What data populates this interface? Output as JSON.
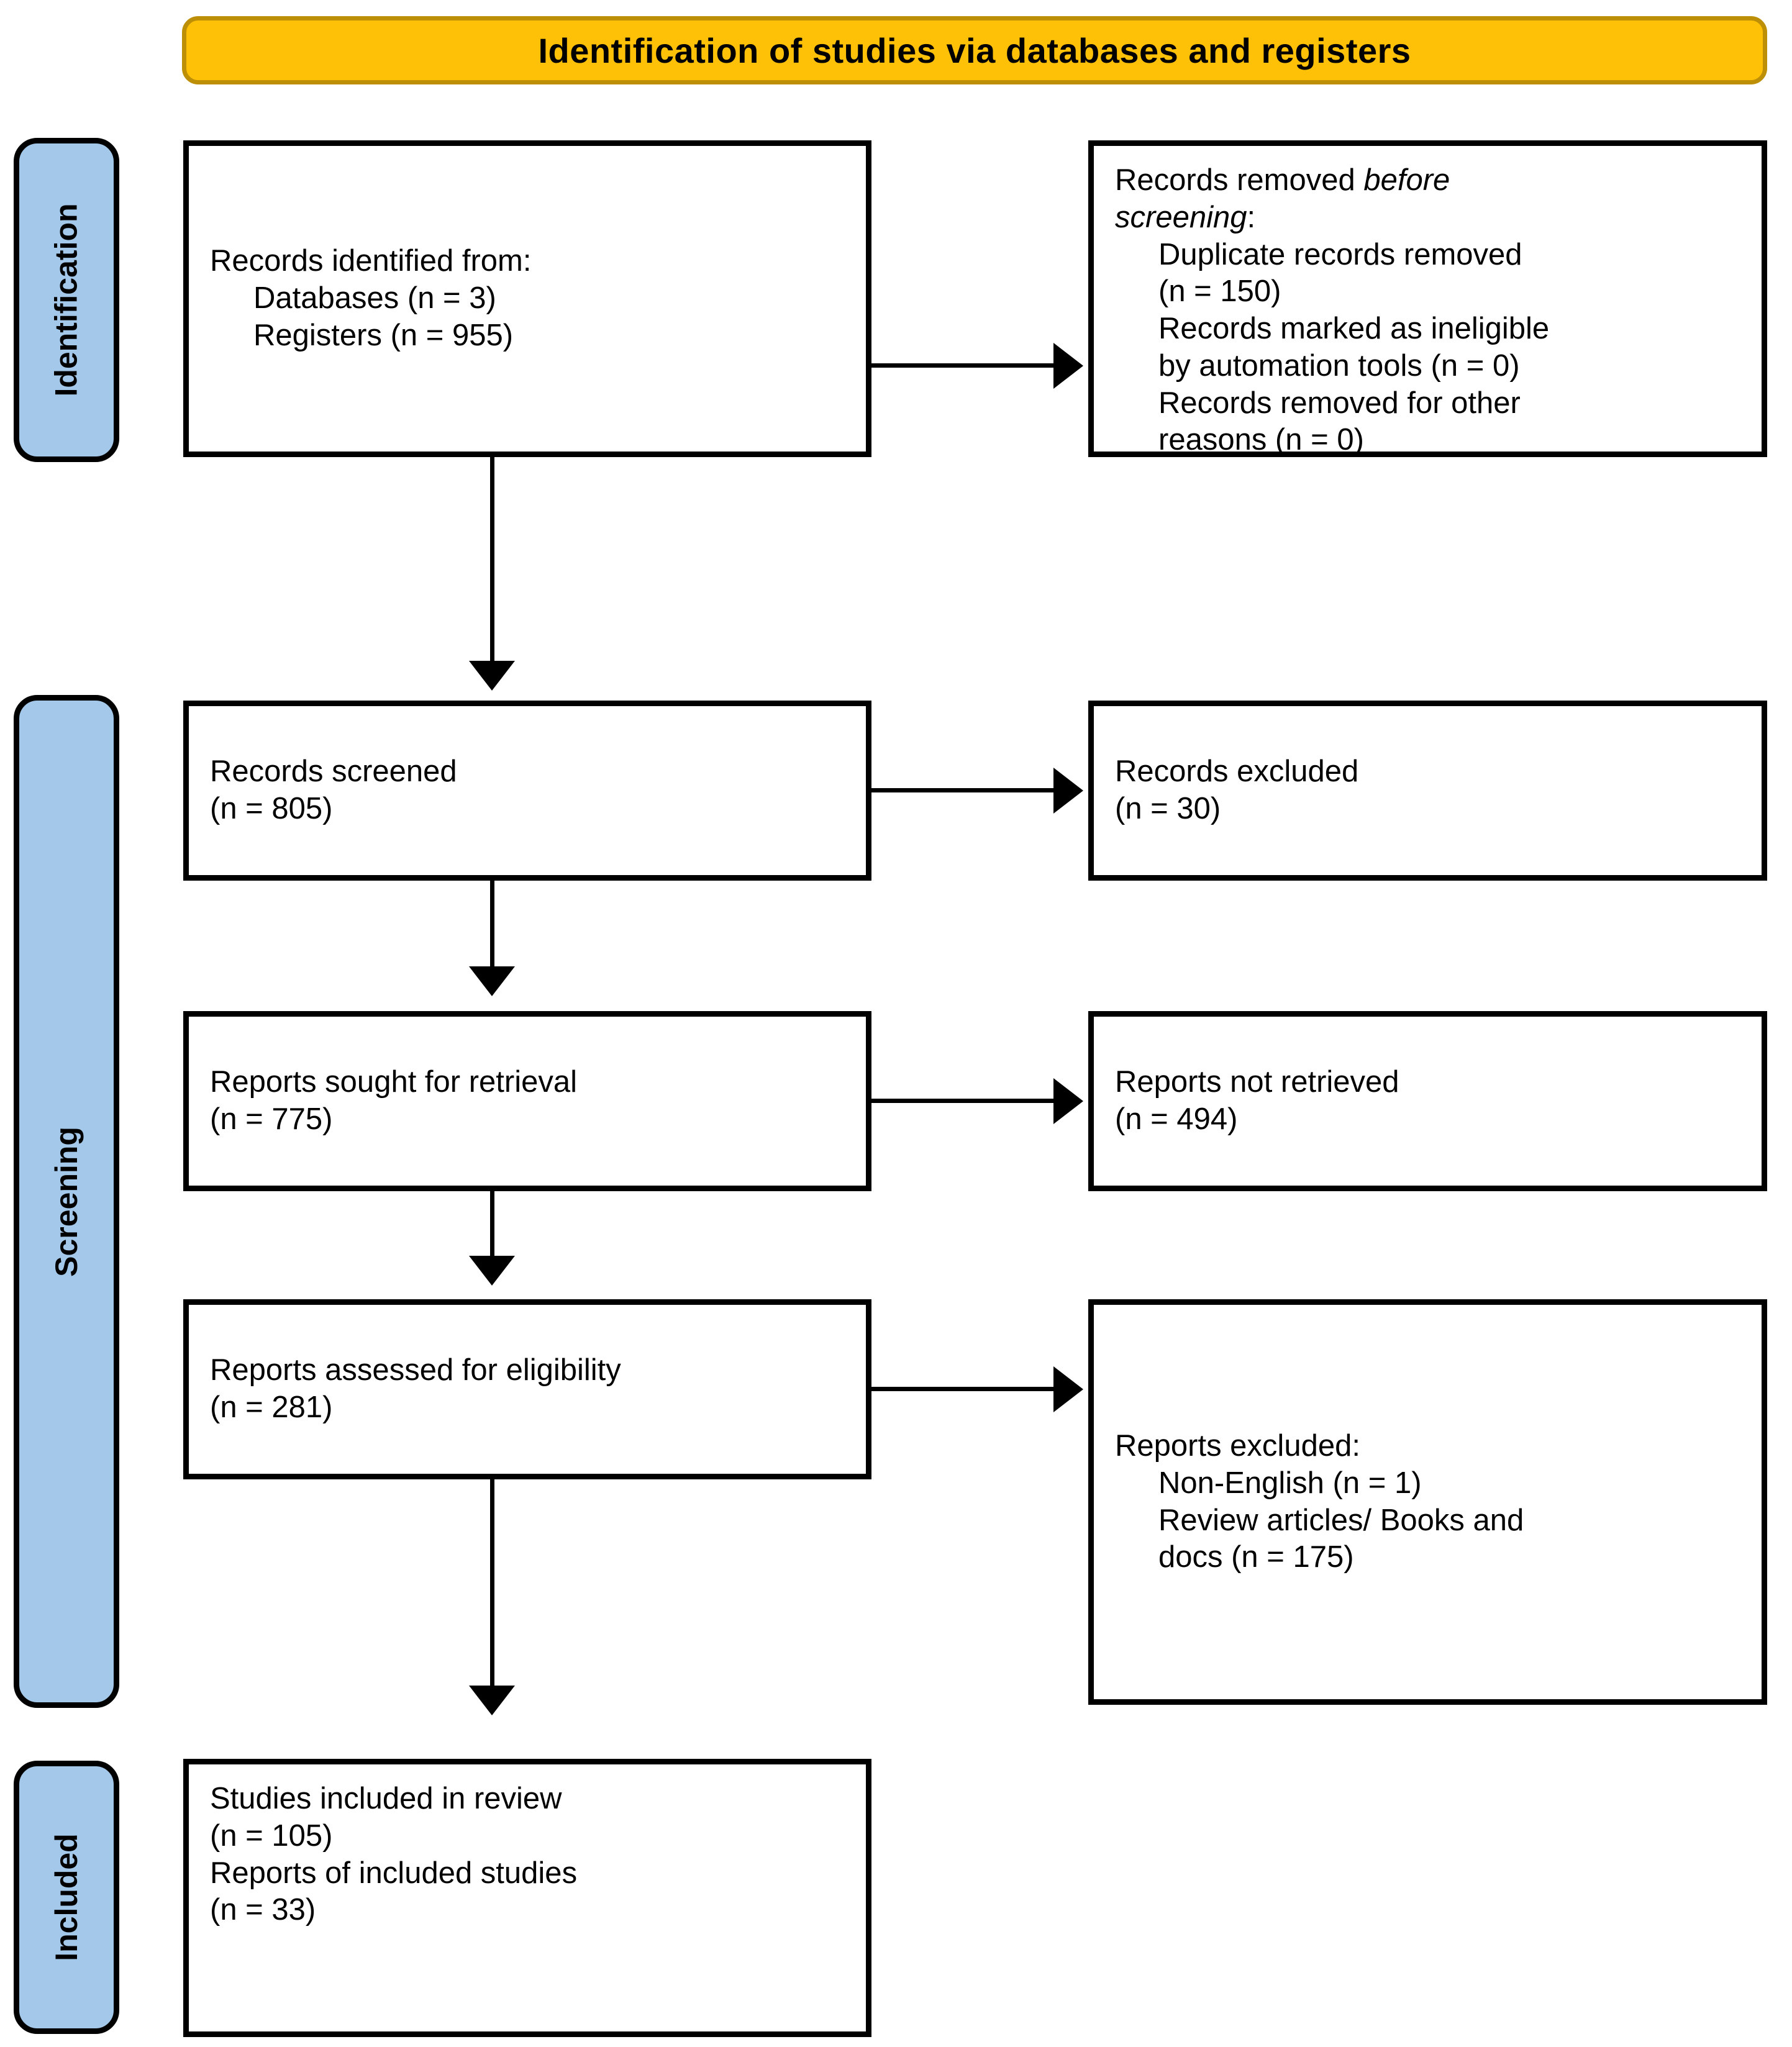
{
  "header": {
    "title": "Identification of studies via databases and registers",
    "background_color": "#FFC107",
    "border_color": "#BD8F06"
  },
  "phases": {
    "identification": "Identification",
    "screening": "Screening",
    "included": "Included",
    "tab_color": "#A3C8EA"
  },
  "boxes": {
    "identified": {
      "line1": "Records identified from:",
      "line2": "Databases  (n = 3)",
      "line3": "Registers  (n = 955)"
    },
    "removed_before_screening": {
      "line1": "Records removed ",
      "line1_italic": "before",
      "line2_italic": "screening",
      "line2_colon": ":",
      "line3": "Duplicate records removed",
      "line4": "(n = 150)",
      "line5": "Records marked as ineligible",
      "line6": "by automation tools (n = 0)",
      "line7": "Records removed for other",
      "line8": "reasons  (n = 0)"
    },
    "records_screened": {
      "line1": "Records screened",
      "line2": "(n = 805)"
    },
    "records_excluded": {
      "line1": "Records excluded",
      "line2": "(n = 30)"
    },
    "reports_sought": {
      "line1": "Reports sought for retrieval",
      "line2": "(n = 775)"
    },
    "reports_not_retrieved": {
      "line1": "Reports not retrieved",
      "line2": "(n = 494)"
    },
    "reports_assessed": {
      "line1": "Reports assessed  for eligibility",
      "line2": "(n = 281)"
    },
    "reports_excluded": {
      "line1": "Reports excluded:",
      "line2": "Non-English  (n = 1)",
      "line3": "Review articles/ Books and",
      "line4": "docs  (n = 175)"
    },
    "studies_included": {
      "line1": "Studies included in review",
      "line2": "(n = 105)",
      "line3": "Reports of included  studies",
      "line4": "(n = 33)"
    }
  },
  "chart_data": {
    "type": "diagram",
    "title": "Identification of studies via databases and registers",
    "flow": [
      {
        "stage": "Records identified from databases",
        "n": 3
      },
      {
        "stage": "Records identified from registers",
        "n": 955
      },
      {
        "stage": "Duplicate records removed",
        "n": 150
      },
      {
        "stage": "Records marked as ineligible by automation tools",
        "n": 0
      },
      {
        "stage": "Records removed for other reasons",
        "n": 0
      },
      {
        "stage": "Records screened",
        "n": 805
      },
      {
        "stage": "Records excluded",
        "n": 30
      },
      {
        "stage": "Reports sought for retrieval",
        "n": 775
      },
      {
        "stage": "Reports not retrieved",
        "n": 494
      },
      {
        "stage": "Reports assessed for eligibility",
        "n": 281
      },
      {
        "stage": "Reports excluded: Non-English",
        "n": 1
      },
      {
        "stage": "Reports excluded: Review articles/ Books and docs",
        "n": 175
      },
      {
        "stage": "Studies included in review",
        "n": 105
      },
      {
        "stage": "Reports of included studies",
        "n": 33
      }
    ]
  }
}
